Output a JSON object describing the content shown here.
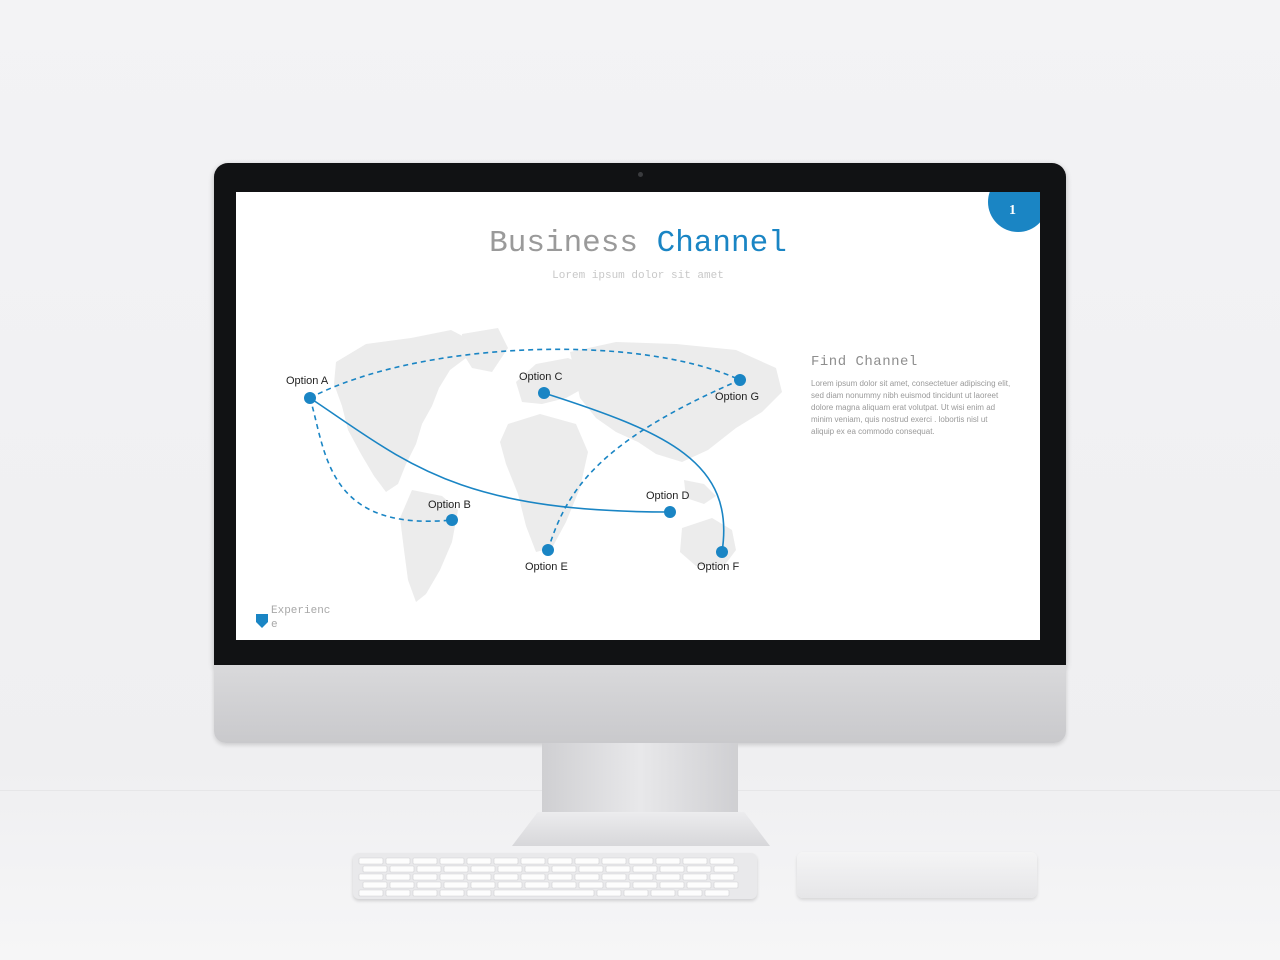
{
  "slide": {
    "number": "1",
    "title_part1": "Business",
    "title_part2": "Channel",
    "subtitle": "Lorem ipsum dolor sit amet",
    "side_heading": "Find Channel",
    "side_body": "Lorem ipsum dolor sit amet, consectetuer adipiscing elit, sed diam nonummy  nibh euismod tincidunt ut laoreet dolore magna aliquam erat volutpat. Ut wisi enim ad minim veniam, quis nostrud exerci . lobortis nisl ut aliquip ex ea commodo  consequat.",
    "footer_text": "Experience",
    "accent_color": "#1a85c4"
  },
  "options": [
    {
      "id": "A",
      "label": "Option A"
    },
    {
      "id": "B",
      "label": "Option B"
    },
    {
      "id": "C",
      "label": "Option C"
    },
    {
      "id": "D",
      "label": "Option D"
    },
    {
      "id": "E",
      "label": "Option E"
    },
    {
      "id": "F",
      "label": "Option F"
    },
    {
      "id": "G",
      "label": "Option G"
    }
  ],
  "connections": [
    {
      "from": "A",
      "to": "G",
      "style": "dashed"
    },
    {
      "from": "A",
      "to": "B",
      "style": "dashed"
    },
    {
      "from": "A",
      "to": "D",
      "style": "solid"
    },
    {
      "from": "C",
      "to": "F",
      "style": "solid"
    },
    {
      "from": "E",
      "to": "G",
      "style": "dashed"
    }
  ],
  "icons": {
    "footer": "pentagon-marker-icon",
    "background": "world-map-icon"
  }
}
